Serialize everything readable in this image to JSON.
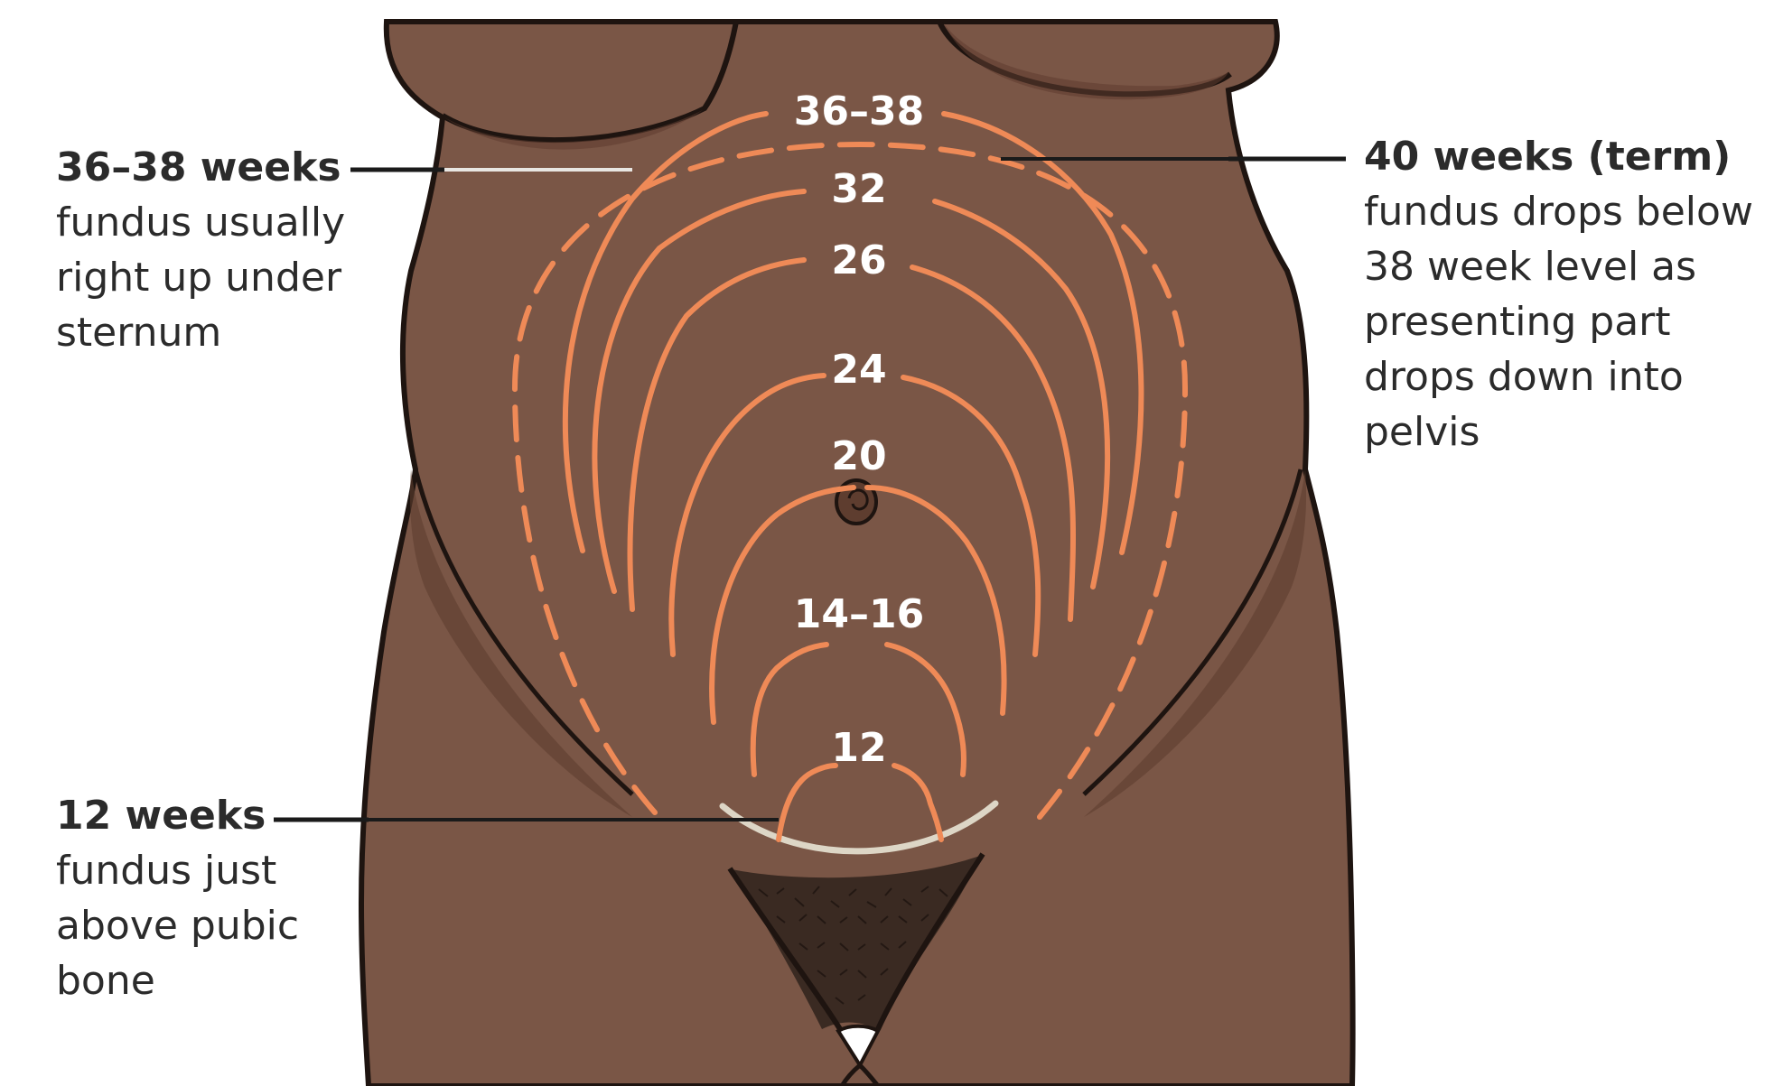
{
  "colors": {
    "skin": "#7a5646",
    "skin_shadow": "#5e3d2f",
    "outline": "#1e1410",
    "fundus_line": "#ef8a57",
    "pubic_bone": "#ddd6c6",
    "pointer": "#1a1a1a",
    "pointer_inner": "#e8e6e2",
    "text": "#2b2b2b"
  },
  "curve_labels": {
    "w36_38": "36–38",
    "w32": "32",
    "w26": "26",
    "w24": "24",
    "w20": "20",
    "w14_16": "14–16",
    "w12": "12"
  },
  "callouts": {
    "left_top": {
      "title": "36–38 weeks",
      "lines": [
        "fundus usually",
        "right up under",
        "sternum"
      ]
    },
    "right_top": {
      "title": "40 weeks (term)",
      "lines": [
        "fundus drops below",
        "38 week level as",
        "presenting part",
        "drops down into",
        "pelvis"
      ]
    },
    "left_bottom": {
      "title": "12 weeks",
      "lines": [
        "fundus just",
        "above pubic",
        "bone"
      ]
    }
  },
  "icons": [
    "navel-icon",
    "pubic-hair-icon"
  ]
}
